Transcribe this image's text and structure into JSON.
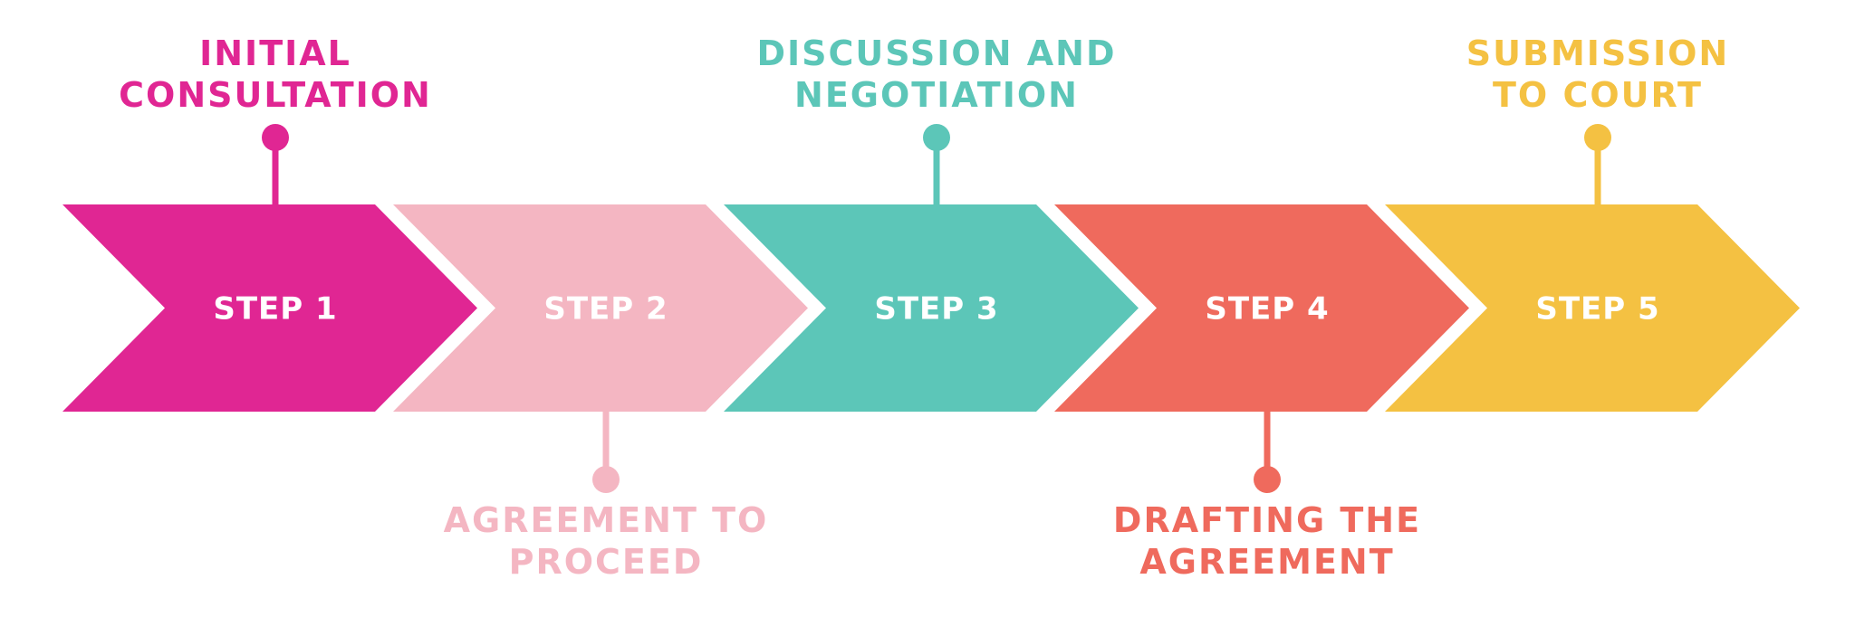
{
  "steps": [
    {
      "label": "STEP 1",
      "color": "#e02693",
      "description_lines": [
        "INITIAL",
        "CONSULTATION"
      ],
      "description_position": "top"
    },
    {
      "label": "STEP 2",
      "color": "#f4b6c2",
      "description_lines": [
        "AGREEMENT TO",
        "PROCEED"
      ],
      "description_position": "bottom"
    },
    {
      "label": "STEP 3",
      "color": "#5cc6b8",
      "description_lines": [
        "DISCUSSION AND",
        "NEGOTIATION"
      ],
      "description_position": "top"
    },
    {
      "label": "STEP 4",
      "color": "#ef6a5d",
      "description_lines": [
        "DRAFTING THE",
        "AGREEMENT"
      ],
      "description_position": "bottom"
    },
    {
      "label": "STEP 5",
      "color": "#f4c142",
      "description_lines": [
        "SUBMISSION",
        "TO COURT"
      ],
      "description_position": "top"
    }
  ]
}
